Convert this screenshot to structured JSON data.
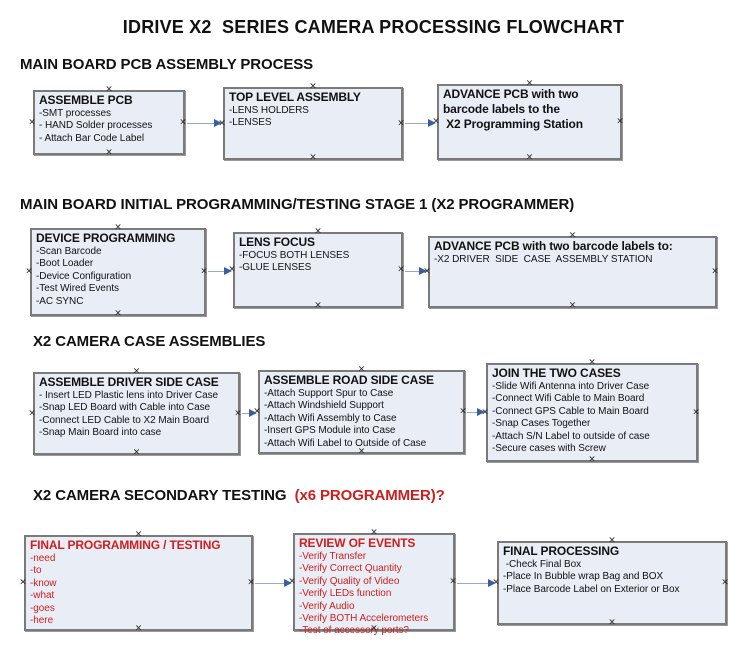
{
  "title": "IDRIVE X2  SERIES CAMERA PROCESSING FLOWCHART",
  "sections": [
    {
      "label": "MAIN BOARD PCB ASSEMBLY PROCESS"
    },
    {
      "label": "MAIN BOARD INITIAL PROGRAMMING/TESTING STAGE 1 (X2 PROGRAMMER)"
    },
    {
      "label": "X2 CAMERA CASE ASSEMBLIES"
    },
    {
      "label": "X2 CAMERA SECONDARY TESTING  ",
      "label_suffix": "(x6 PROGRAMMER)?",
      "suffix_color": "#cc1f1f"
    }
  ],
  "boxes": [
    {
      "section": 0,
      "title_lines": [
        "ASSEMBLE PCB"
      ],
      "lines": [
        "-SMT processes",
        "- HAND Solder processes",
        "- Attach Bar Code Label"
      ],
      "text_color": "black"
    },
    {
      "section": 0,
      "title_lines": [
        "TOP LEVEL ASSEMBLY"
      ],
      "lines": [
        "-LENS HOLDERS",
        "-LENSES"
      ],
      "text_color": "black"
    },
    {
      "section": 0,
      "title_lines": [
        "ADVANCE PCB with two",
        "barcode labels to the",
        " X2 Programming Station"
      ],
      "lines": [],
      "text_color": "black"
    },
    {
      "section": 1,
      "title_lines": [
        "DEVICE PROGRAMMING"
      ],
      "lines": [
        "-Scan Barcode",
        "-Boot Loader",
        "-Device Configuration",
        "-Test Wired Events",
        "-AC SYNC"
      ],
      "text_color": "black"
    },
    {
      "section": 1,
      "title_lines": [
        "LENS FOCUS"
      ],
      "lines": [
        "-FOCUS BOTH LENSES",
        "-GLUE LENSES"
      ],
      "text_color": "black"
    },
    {
      "section": 1,
      "title_lines": [
        "ADVANCE PCB with two barcode labels to:"
      ],
      "lines": [
        "-X2 DRIVER  SIDE  CASE  ASSEMBLY STATION"
      ],
      "text_color": "black"
    },
    {
      "section": 2,
      "title_lines": [
        "ASSEMBLE DRIVER SIDE CASE"
      ],
      "lines": [
        "- Insert LED Plastic lens into Driver Case",
        "-Snap LED Board with Cable into Case",
        "-Connect LED Cable to X2 Main Board",
        "-Snap Main Board into case"
      ],
      "text_color": "black"
    },
    {
      "section": 2,
      "title_lines": [
        "ASSEMBLE ROAD SIDE CASE"
      ],
      "lines": [
        "-Attach Support Spur to Case",
        "-Attach Windshield Support",
        "-Attach Wifi Assembly to Case",
        "-Insert GPS Module into Case",
        "-Attach Wifi Label to Outside of Case"
      ],
      "text_color": "black"
    },
    {
      "section": 2,
      "title_lines": [
        "JOIN THE TWO CASES"
      ],
      "lines": [
        "-Slide Wifi Antenna into Driver Case",
        "-Connect Wifi Cable to Main Board",
        "-Connect GPS Cable to Main Board",
        "-Snap Cases Together",
        "-Attach S/N Label to outside of case",
        "-Secure cases with Screw"
      ],
      "text_color": "black"
    },
    {
      "section": 3,
      "title_lines": [
        "FINAL PROGRAMMING / TESTING"
      ],
      "lines": [
        "-need",
        "-to",
        "-know",
        "-what",
        "-goes",
        "-here"
      ],
      "text_color": "red"
    },
    {
      "section": 3,
      "title_lines": [
        "REVIEW OF EVENTS"
      ],
      "lines": [
        "-Verify Transfer",
        "-Verify Correct Quantity",
        "-Verify Quality of Video",
        "-Verify LEDs function",
        "-Verify Audio",
        "-Verify BOTH Accelerometers",
        "-Test of accessory ports?"
      ],
      "text_color": "red"
    },
    {
      "section": 3,
      "title_lines": [
        "FINAL PROCESSING"
      ],
      "lines": [
        " -Check Final Box",
        "-Place In Bubble wrap Bag and BOX",
        "-Place Barcode Label on Exterior or Box"
      ],
      "text_color": "black"
    }
  ],
  "arrows": [
    {
      "from": 0,
      "to": 1
    },
    {
      "from": 1,
      "to": 2
    },
    {
      "from": 3,
      "to": 4
    },
    {
      "from": 4,
      "to": 5
    },
    {
      "from": 6,
      "to": 7
    },
    {
      "from": 7,
      "to": 8
    },
    {
      "from": 9,
      "to": 10
    },
    {
      "from": 10,
      "to": 11
    }
  ],
  "marker_glyph": "×",
  "colors": {
    "box_fill": "#e9eef6",
    "box_border": "#7a7a7a",
    "arrow_line": "#94aac8",
    "arrow_head": "#3a5fa0",
    "red_text": "#cc1f1f",
    "black_text": "#111111"
  }
}
